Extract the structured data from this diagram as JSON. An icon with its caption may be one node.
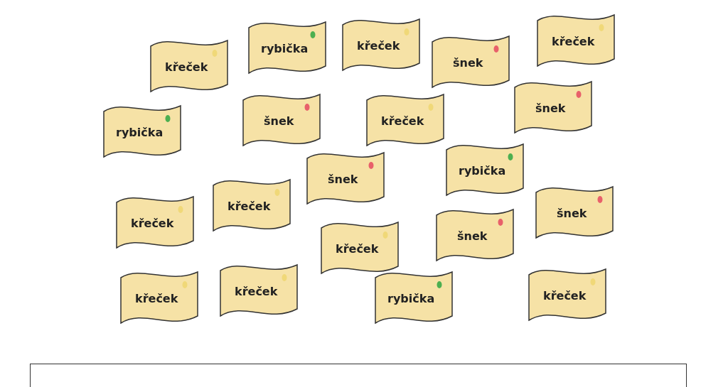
{
  "diagram": {
    "nodes": [
      {
        "text": [
          "křeček"
        ]
      },
      {
        "text": [
          "rybička"
        ]
      },
      {
        "text": [
          "křeček"
        ]
      },
      {
        "text": [
          "šnek"
        ]
      },
      {
        "text": [
          "křeček"
        ]
      },
      {
        "text": [
          "rybička"
        ]
      },
      {
        "text": [
          "šnek"
        ]
      },
      {
        "text": [
          "křeček"
        ]
      },
      {
        "text": [
          "šnek"
        ]
      },
      {
        "text": [
          "šnek"
        ]
      },
      {
        "text": [
          "rybička"
        ]
      },
      {
        "text": [
          "křeček"
        ]
      },
      {
        "text": [
          "křeček"
        ]
      },
      {
        "text": [
          "křeček"
        ]
      },
      {
        "text": [
          "šnek"
        ]
      },
      {
        "text": [
          "šnek"
        ]
      },
      {
        "text": [
          "křeček"
        ]
      },
      {
        "text": [
          "křeček"
        ]
      },
      {
        "text": [
          "rybička"
        ]
      },
      {
        "text": [
          "křeček"
        ]
      }
    ]
  }
}
